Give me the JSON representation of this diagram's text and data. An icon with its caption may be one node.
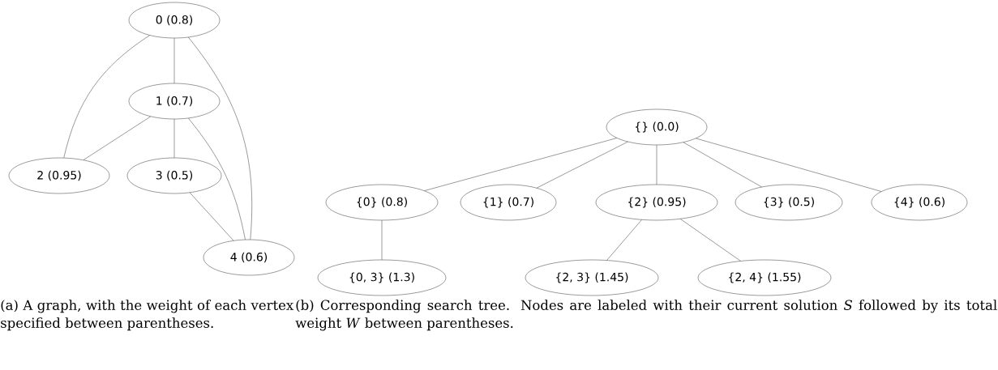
{
  "diagram": {
    "nodes": [
      {
        "text": [
          "0 (0.8)"
        ]
      },
      {
        "text": [
          "1 (0.7)"
        ]
      },
      {
        "text": [
          "2 (0.95)"
        ]
      },
      {
        "text": [
          "3 (0.5)"
        ]
      },
      {
        "text": [
          "4 (0.6)"
        ]
      },
      {
        "text": [
          "{} (0.0)"
        ]
      },
      {
        "text": [
          "{0} (0.8)"
        ]
      },
      {
        "text": [
          "{1} (0.7)"
        ]
      },
      {
        "text": [
          "{2} (0.95)"
        ]
      },
      {
        "text": [
          "{3} (0.5)"
        ]
      },
      {
        "text": [
          "{4} (0.6)"
        ]
      },
      {
        "text": [
          "{0, 3} (1.3)"
        ]
      },
      {
        "text": [
          "{2, 3} (1.45)"
        ]
      },
      {
        "text": [
          "{2, 4} (1.55)"
        ]
      }
    ],
    "edges": [
      {
        "from": 0,
        "to": 1,
        "arrow": "none"
      },
      {
        "from": 0,
        "to": 2,
        "arrow": "none"
      },
      {
        "from": 0,
        "to": 4,
        "arrow": "none"
      },
      {
        "from": 1,
        "to": 2,
        "arrow": "none"
      },
      {
        "from": 1,
        "to": 3,
        "arrow": "none"
      },
      {
        "from": 1,
        "to": 4,
        "arrow": "none"
      },
      {
        "from": 3,
        "to": 4,
        "arrow": "none"
      },
      {
        "from": 5,
        "to": 6,
        "arrow": "none"
      },
      {
        "from": 5,
        "to": 7,
        "arrow": "none"
      },
      {
        "from": 5,
        "to": 8,
        "arrow": "none"
      },
      {
        "from": 5,
        "to": 9,
        "arrow": "none"
      },
      {
        "from": 5,
        "to": 10,
        "arrow": "none"
      },
      {
        "from": 6,
        "to": 11,
        "arrow": "none"
      },
      {
        "from": 8,
        "to": 12,
        "arrow": "none"
      },
      {
        "from": 8,
        "to": 13,
        "arrow": "none"
      }
    ],
    "labels": [
      "(a) A graph, with the weight of each vertex specified between parentheses.",
      "(b) Corresponding search tree. Nodes are labeled with their current solution *S* followed by its total weight *W* between parentheses."
    ]
  }
}
